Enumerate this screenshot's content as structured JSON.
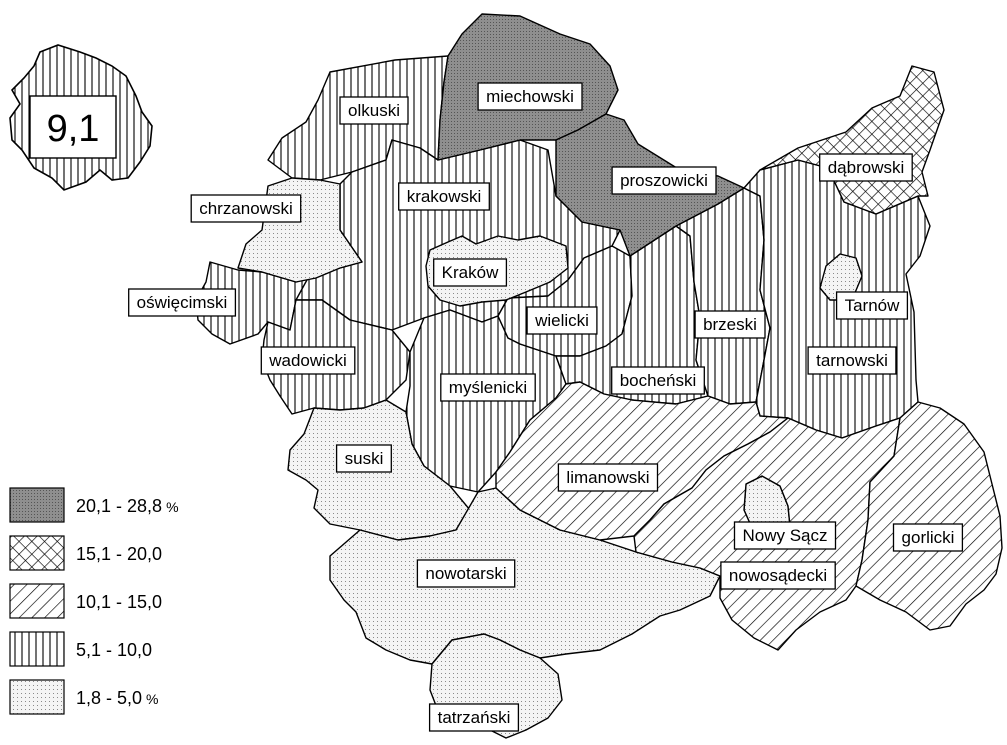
{
  "inset": {
    "value": "9,1"
  },
  "legend": [
    {
      "range": "20,1 - 28,8",
      "unit": "%",
      "pattern": "pat-dark"
    },
    {
      "range": "15,1 - 20,0",
      "unit": "",
      "pattern": "pat-cross"
    },
    {
      "range": "10,1 - 15,0",
      "unit": "",
      "pattern": "pat-diag"
    },
    {
      "range": "5,1 - 10,0",
      "unit": "",
      "pattern": "pat-vert"
    },
    {
      "range": "1,8 - 5,0",
      "unit": "%",
      "pattern": "pat-dots"
    }
  ],
  "districts": [
    {
      "name": "olkuski",
      "pattern": "pat-vert"
    },
    {
      "name": "miechowski",
      "pattern": "pat-dark"
    },
    {
      "name": "proszowicki",
      "pattern": "pat-dark"
    },
    {
      "name": "dąbrowski",
      "pattern": "pat-cross"
    },
    {
      "name": "krakowski",
      "pattern": "pat-vert"
    },
    {
      "name": "chrzanowski",
      "pattern": "pat-dots"
    },
    {
      "name": "Kraków",
      "pattern": "pat-dots"
    },
    {
      "name": "oświęcimski",
      "pattern": "pat-vert"
    },
    {
      "name": "wielicki",
      "pattern": "pat-vert"
    },
    {
      "name": "brzeski",
      "pattern": "pat-vert"
    },
    {
      "name": "Tarnów",
      "pattern": "pat-dots"
    },
    {
      "name": "wadowicki",
      "pattern": "pat-vert"
    },
    {
      "name": "myślenicki",
      "pattern": "pat-vert"
    },
    {
      "name": "bocheński",
      "pattern": "pat-vert"
    },
    {
      "name": "tarnowski",
      "pattern": "pat-vert"
    },
    {
      "name": "suski",
      "pattern": "pat-dots"
    },
    {
      "name": "limanowski",
      "pattern": "pat-diag"
    },
    {
      "name": "Nowy Sącz",
      "pattern": "pat-dots"
    },
    {
      "name": "gorlicki",
      "pattern": "pat-diag"
    },
    {
      "name": "nowosądecki",
      "pattern": "pat-diag"
    },
    {
      "name": "nowotarski",
      "pattern": "pat-dots"
    },
    {
      "name": "tatrzański",
      "pattern": "pat-dots"
    }
  ]
}
